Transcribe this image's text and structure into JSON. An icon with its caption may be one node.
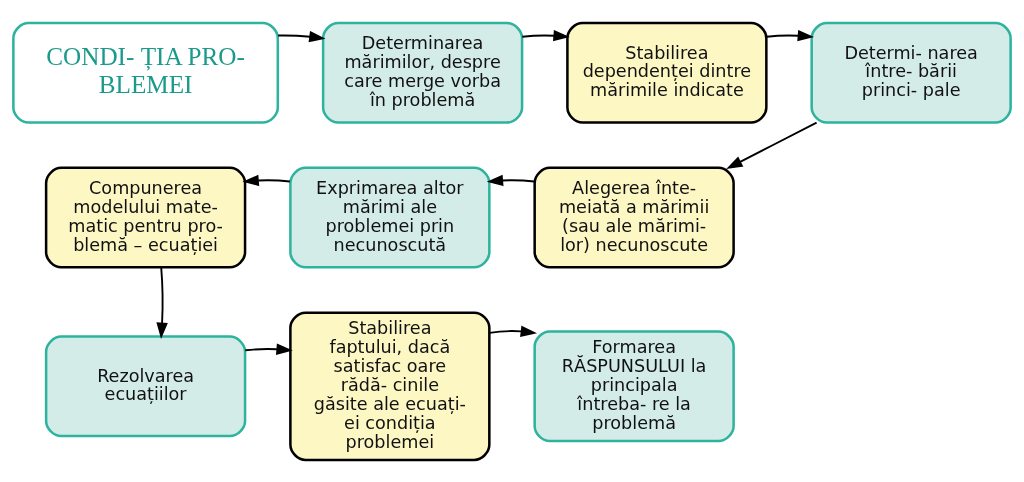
{
  "diagram": {
    "nodes": [
      {
        "text": [
          "CONDI- ȚIA PRO- BLEMEI"
        ]
      },
      {
        "text": [
          "Determinarea mărimilor, despre care merge vorba în problemă"
        ]
      },
      {
        "text": [
          "Stabilirea dependenței dintre mărimile indicate"
        ]
      },
      {
        "text": [
          "Determi- narea între- bării princi- pale"
        ]
      },
      {
        "text": [
          "Alegerea înte- meiată a mărimii (sau ale mărimi- lor) necunoscute"
        ]
      },
      {
        "text": [
          "Exprimarea altor mărimi ale problemei prin necunoscută"
        ]
      },
      {
        "text": [
          "Compunerea modelului mate- matic pentru pro- blemă – ecuației"
        ]
      },
      {
        "text": [
          "Rezolvarea ecuațiilor"
        ]
      },
      {
        "text": [
          "Stabilirea faptului, dacă satisfac oare rădă- cinile găsite ale ecuați- ei condiția problemei"
        ]
      },
      {
        "text": [
          "Formarea RĂSPUNSULUI la principala întreba- re la problemă"
        ]
      }
    ],
    "edges": [
      {
        "from": 0,
        "to": 1,
        "arrow": "to"
      },
      {
        "from": 1,
        "to": 2,
        "arrow": "to"
      },
      {
        "from": 2,
        "to": 3,
        "arrow": "to"
      },
      {
        "from": 3,
        "to": 4,
        "arrow": "to"
      },
      {
        "from": 4,
        "to": 5,
        "arrow": "to"
      },
      {
        "from": 5,
        "to": 6,
        "arrow": "to"
      },
      {
        "from": 6,
        "to": 7,
        "arrow": "to"
      },
      {
        "from": 7,
        "to": 8,
        "arrow": "to"
      },
      {
        "from": 8,
        "to": 9,
        "arrow": "to"
      }
    ]
  }
}
